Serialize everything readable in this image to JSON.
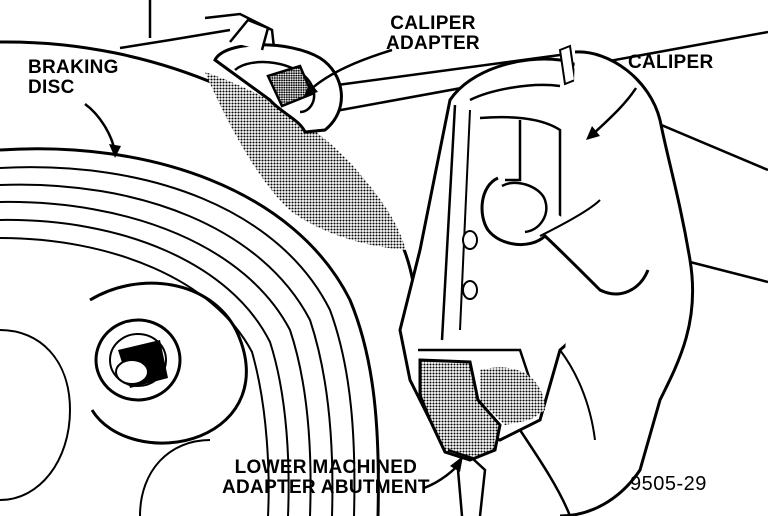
{
  "labels": {
    "braking_disc": [
      "BRAKING",
      "DISC"
    ],
    "caliper_adapter": [
      "CALIPER",
      "ADAPTER"
    ],
    "caliper": "CALIPER",
    "lower_abutment": [
      "LOWER MACHINED",
      "ADAPTER ABUTMENT"
    ]
  },
  "figure_number": "9505-29",
  "colors": {
    "ink": "#000000",
    "paper": "#ffffff",
    "shade": "#b4b4b4"
  }
}
